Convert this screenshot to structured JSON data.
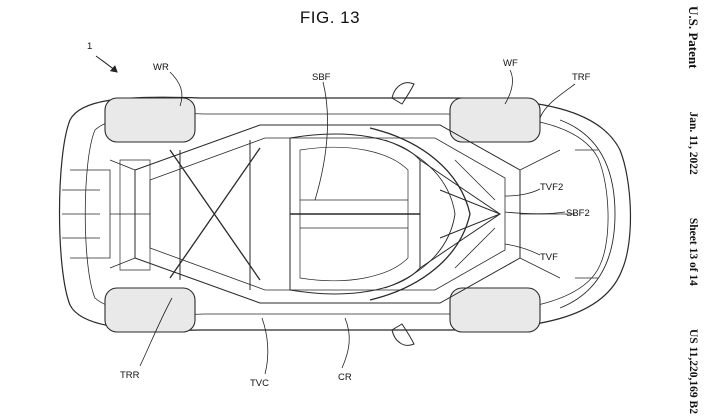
{
  "figure": {
    "title": "FIG. 13",
    "reference_numeral": "1"
  },
  "labels": {
    "wr": "WR",
    "sbf": "SBF",
    "wf": "WF",
    "trf": "TRF",
    "tvf2": "TVF2",
    "sbf2": "SBF2",
    "tvf": "TVF",
    "trr": "TRR",
    "tvc": "TVC",
    "cr": "CR"
  },
  "header": {
    "office": "U.S. Patent",
    "date": "Jan. 11, 2022",
    "sheet": "Sheet 13 of 14",
    "number": "US 11,220,169 B2"
  },
  "colors": {
    "line": "#2a2a2a",
    "tire": "#e9e9e9",
    "background": "#ffffff"
  }
}
